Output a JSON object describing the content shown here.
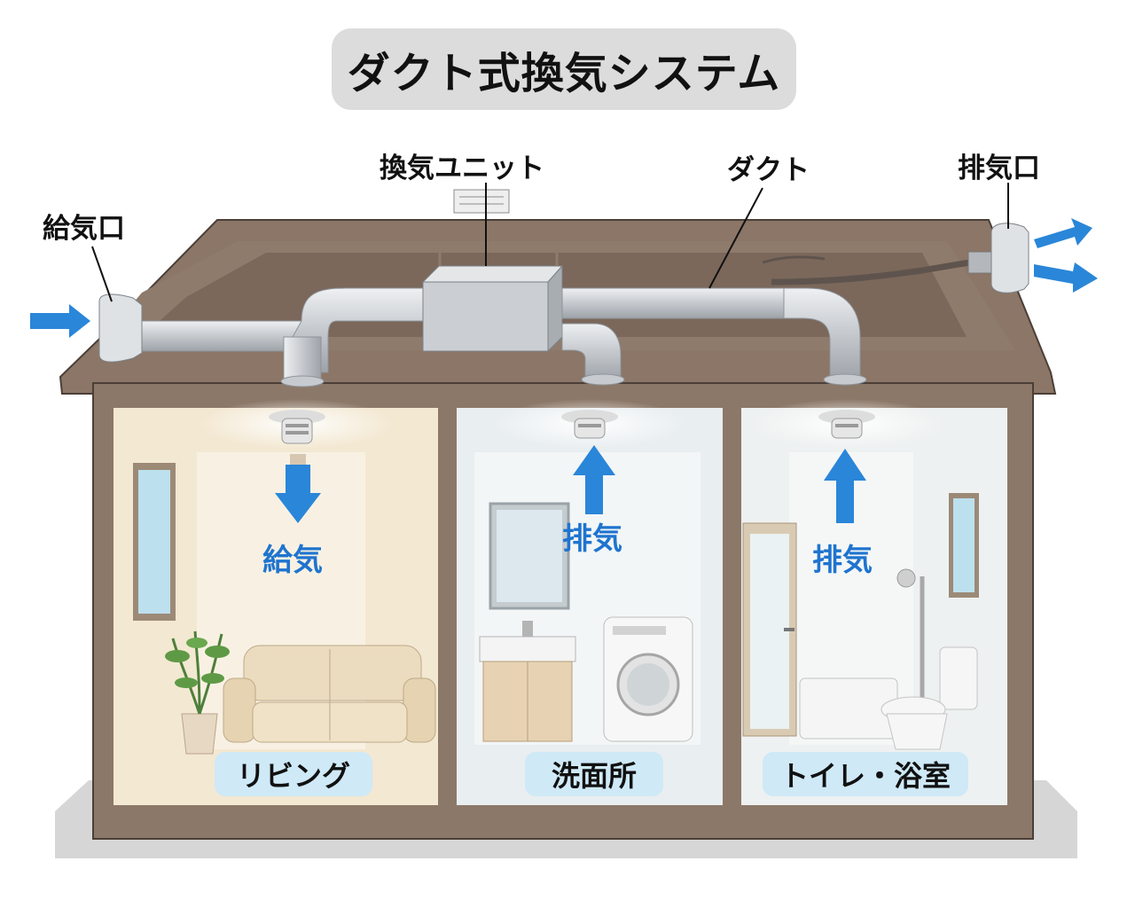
{
  "title": "ダクト式換気システム",
  "callouts": {
    "supply_port": "給気口",
    "ventilation_unit": "換気ユニット",
    "duct": "ダクト",
    "exhaust_port": "排気口"
  },
  "rooms": [
    {
      "name": "リビング",
      "flow": "給気"
    },
    {
      "name": "洗面所",
      "flow": "排気"
    },
    {
      "name": "トイレ・浴室",
      "flow": "排気"
    }
  ],
  "colors": {
    "arrow_blue": "#2a86d8",
    "flow_text_blue": "#1f74cf",
    "roof_brown": "#8a7566",
    "wall_brown": "#8f7a69",
    "duct_gray": "#c7cbd0",
    "room_bg": "#f6efdf",
    "label_bg": "#cfe9f7"
  },
  "icons": {
    "supply_arrow": "arrow-right-icon",
    "exhaust_arrows": "arrow-right-icon",
    "room_airflow_down": "arrow-down-icon",
    "room_airflow_up": "arrow-up-icon"
  }
}
